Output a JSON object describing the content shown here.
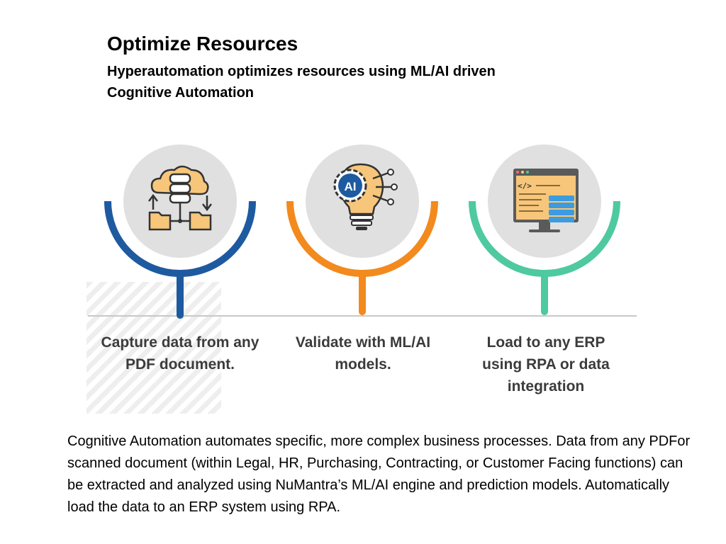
{
  "header": {
    "title": "Optimize Resources",
    "subtitle": "Hyperautomation optimizes resources using ML/AI driven Cognitive Automation"
  },
  "steps": [
    {
      "label": "Capture data from any PDF document.",
      "icon": "cloud-database-folders-icon",
      "color": "#1e5aa0"
    },
    {
      "label": "Validate with ML/AI models.",
      "icon": "ai-lightbulb-icon",
      "color": "#f28a1e"
    },
    {
      "label": "Load to any ERP using RPA or data integration",
      "icon": "monitor-code-icon",
      "color": "#4ec9a0"
    }
  ],
  "body": {
    "paragraph": "Cognitive Automation automates specific, more complex business processes. Data from any PDFor scanned document (within Legal, HR, Purchasing, Contracting, or Customer Facing functions) can be extracted and analyzed using NuMantra’s ML/AI engine and prediction models. Automatically load the data to an ERP system using RPA."
  }
}
